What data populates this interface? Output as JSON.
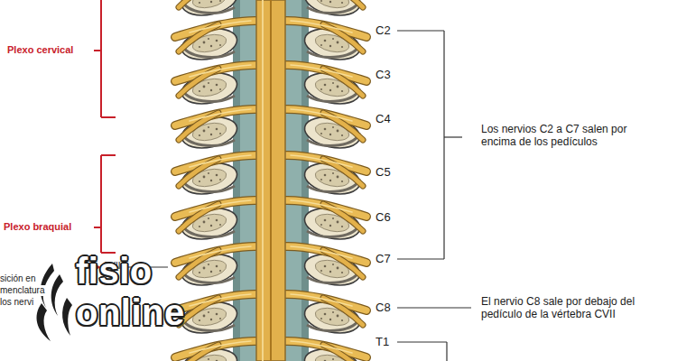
{
  "diagram": {
    "labels": [
      "Plexo cervical",
      "C2",
      "C3",
      "C4",
      "Los nervios C2 a C7 salen por encima de los pedículos",
      "C5",
      "C6",
      "Plexo braquial",
      "C7",
      "sición en",
      "CVII",
      "menclatura",
      "C8",
      "El nervio C8 sale por debajo del pedículo de la vértebra CVII",
      "los nervi",
      "fisio",
      "online",
      "T1"
    ]
  }
}
